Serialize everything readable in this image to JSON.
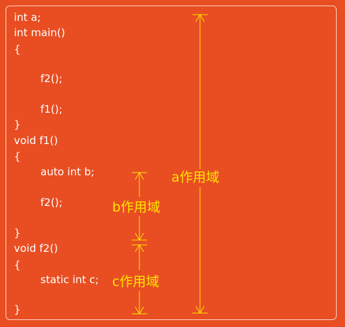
{
  "code_lines": [
    "int a;",
    "int main()",
    "{",
    "f2();",
    "f1();",
    "}",
    "void f1()",
    "{",
    "auto int b;",
    "f2();",
    "}",
    "void f2()",
    "{",
    "static int c;",
    "}"
  ],
  "scopes": {
    "a": "a作用域",
    "b": "b作用域",
    "c": "c作用域"
  },
  "colors": {
    "background": "#e84e22",
    "code_text": "#ffffff",
    "annotation": "#ffe400",
    "frame_border": "#fbd1c4"
  }
}
